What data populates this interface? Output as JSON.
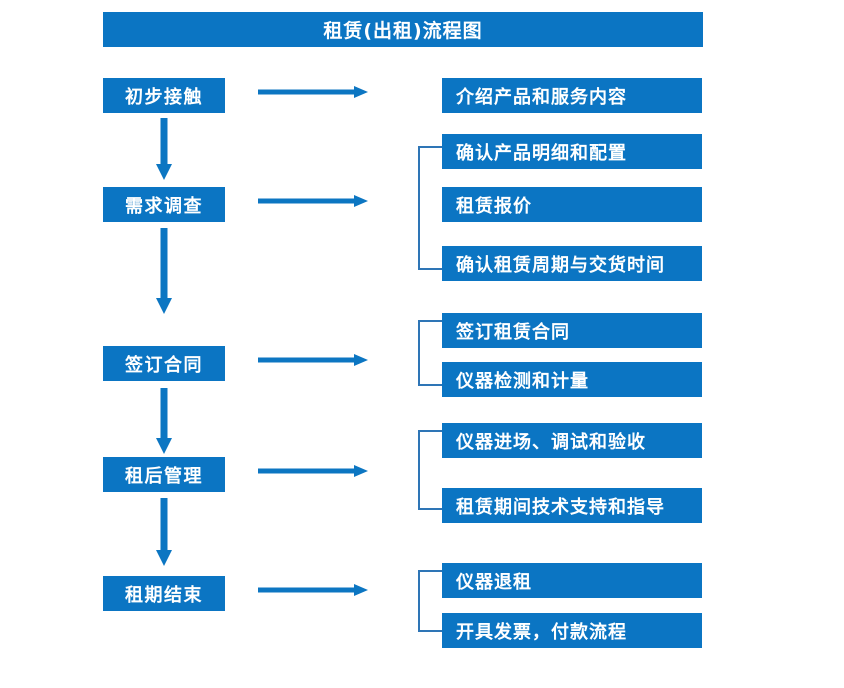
{
  "title": "租赁(出租)流程图",
  "theme": {
    "box_fill": "#0B75C3",
    "box_text": "#FFFFFF",
    "arrow": "#0C76C2",
    "bracket": "#2E75B6",
    "background": "#FFFFFF"
  },
  "flow": {
    "stages": [
      {
        "id": "stage-1",
        "label": "初步接触",
        "details": [
          "介绍产品和服务内容"
        ],
        "has_bracket": false,
        "has_arrow_to_next": true
      },
      {
        "id": "stage-2",
        "label": "需求调查",
        "details": [
          "确认产品明细和配置",
          "租赁报价",
          "确认租赁周期与交货时间"
        ],
        "has_bracket": true,
        "has_arrow_to_next": true
      },
      {
        "id": "stage-3",
        "label": "签订合同",
        "details": [
          "签订租赁合同",
          "仪器检测和计量"
        ],
        "has_bracket": true,
        "has_arrow_to_next": true
      },
      {
        "id": "stage-4",
        "label": "租后管理",
        "details": [
          "仪器进场、调试和验收",
          "租赁期间技术支持和指导"
        ],
        "has_bracket": true,
        "has_arrow_to_next": true
      },
      {
        "id": "stage-5",
        "label": "租期结束",
        "details": [
          "仪器退租",
          "开具发票，付款流程"
        ],
        "has_bracket": true,
        "has_arrow_to_next": false
      }
    ]
  },
  "icons": {
    "down_arrow": "down-arrow-icon",
    "right_arrow": "right-arrow-icon",
    "bracket": "bracket-connector-icon"
  }
}
